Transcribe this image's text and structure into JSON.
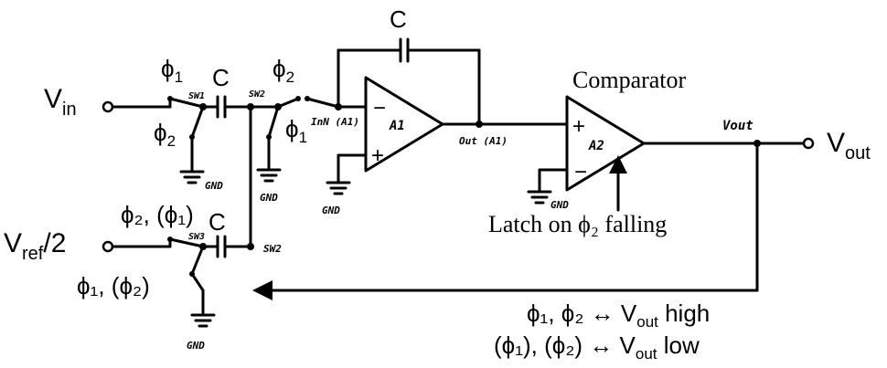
{
  "inputs": {
    "vin_main": "V",
    "vin_sub": "in",
    "vref_main": "V",
    "vref_sub": "ref",
    "vref_tail": "/2"
  },
  "output": {
    "vout_main": "V",
    "vout_sub": "out",
    "vout_hand": "Vout"
  },
  "capacitors": {
    "c_top": "C",
    "c_in": "C",
    "c_ref": "C"
  },
  "phases": {
    "sw1_top_phi": "ϕ",
    "sw1_top_sub": "1",
    "sw1_bot_phi": "ϕ",
    "sw1_bot_sub": "2",
    "sw2_top_phi": "ϕ",
    "sw2_top_sub": "2",
    "sw2_bot_phi": "ϕ",
    "sw2_bot_sub": "1",
    "ref_top": "ϕ₂, (ϕ₁)",
    "ref_bot": "ϕ₁, (ϕ₂)"
  },
  "switch_labels": {
    "sw1": "SW1",
    "sw2_top": "SW2",
    "sw3": "SW3",
    "sw2_ref": "SW2"
  },
  "nodes": {
    "inn_a1": "InN (A1)",
    "out_a1": "Out (A1)"
  },
  "grounds": [
    "GND",
    "GND",
    "GND",
    "GND",
    "GND"
  ],
  "amplifiers": {
    "a1": "A1",
    "a2": "A2",
    "comparator_title": "Comparator",
    "minus": "−",
    "plus": "+"
  },
  "annotations": {
    "latch": "Latch on ϕ₂ falling",
    "logic_high_a": "ϕ₁, ϕ₂ ↔ V",
    "logic_high_sub": "out",
    "logic_high_b": " high",
    "logic_low_a": "(ϕ₁), (ϕ₂) ↔ V",
    "logic_low_sub": "out",
    "logic_low_b": " low"
  }
}
